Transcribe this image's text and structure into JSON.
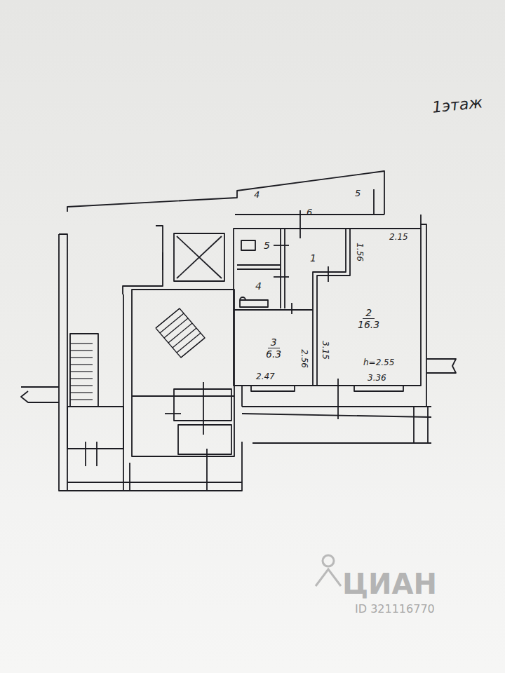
{
  "diagram": {
    "nodes": [
      {
        "text": [
          "5"
        ]
      },
      {
        "text": [
          "1"
        ]
      },
      {
        "text": [
          "4"
        ]
      },
      {
        "text": [
          "2",
          "16.3"
        ]
      },
      {
        "text": [
          "3",
          "6.3"
        ]
      }
    ],
    "labels": [
      "1этаж",
      "4",
      "5",
      "6",
      "2.15",
      "1.56",
      "3.15",
      "2.56",
      "2.47",
      "h=2.55",
      "3.36",
      "ЦИАН",
      "ID 321116770"
    ]
  }
}
